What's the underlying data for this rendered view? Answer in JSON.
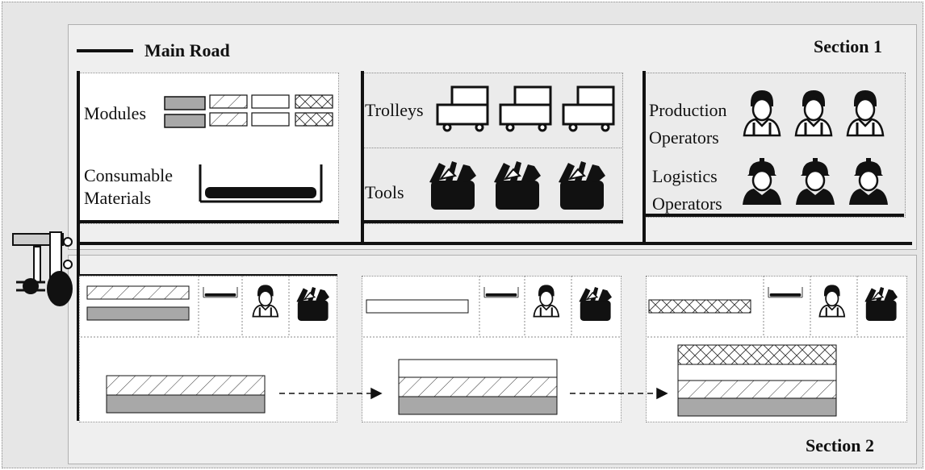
{
  "legend": {
    "main_road_label": "Main Road"
  },
  "section1": {
    "label": "Section 1",
    "warehouse": {
      "modules_label": "Modules",
      "consumables_label_line1": "Consumable",
      "consumables_label_line2": "Materials"
    },
    "equipment": {
      "trolleys_label": "Trolleys",
      "tools_label": "Tools"
    },
    "workforce": {
      "production_label_line1": "Production",
      "production_label_line2": "Operators",
      "logistics_label_line1": "Logistics",
      "logistics_label_line2": "Operators"
    }
  },
  "section2": {
    "label": "Section 2",
    "stations": [
      {
        "top_modules": [
          "hatched",
          "gray"
        ],
        "assembly_layers": [
          "hatched",
          "gray"
        ]
      },
      {
        "top_modules": [
          "white"
        ],
        "assembly_layers": [
          "white",
          "hatched",
          "gray"
        ]
      },
      {
        "top_modules": [
          "crosshatched"
        ],
        "assembly_layers": [
          "crosshatched",
          "white",
          "hatched",
          "gray"
        ]
      }
    ]
  },
  "colors": {
    "road": "#111111",
    "module_gray": "#a8a8a8",
    "panel_white": "#ffffff",
    "section_bg": "#efefef"
  },
  "icons": [
    "module-block-icon",
    "consumables-bin-icon",
    "trolley-icon",
    "toolbox-icon",
    "production-operator-icon",
    "logistics-operator-icon",
    "forklift-icon"
  ]
}
